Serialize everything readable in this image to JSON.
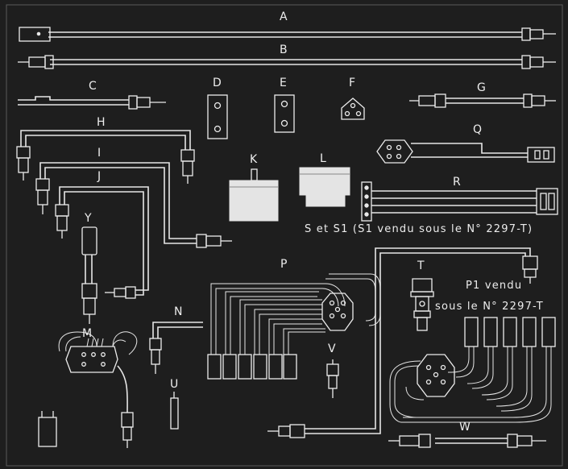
{
  "labels": {
    "A": "A",
    "B": "B",
    "C": "C",
    "D": "D",
    "E": "E",
    "F": "F",
    "G": "G",
    "H": "H",
    "I": "I",
    "J": "J",
    "K": "K",
    "L": "L",
    "M": "M",
    "N": "N",
    "P": "P",
    "Q": "Q",
    "R": "R",
    "T": "T",
    "U": "U",
    "V": "V",
    "W": "W",
    "Y": "Y"
  },
  "captions": {
    "s1_note": "S et S1 (S1 vendu sous le N° 2297-T)",
    "p1_note_line1": "P1 vendu",
    "p1_note_line2": "sous le N° 2297-T"
  },
  "colors": {
    "background": "#1e1e1e",
    "drawing": "#e8e8e8"
  }
}
